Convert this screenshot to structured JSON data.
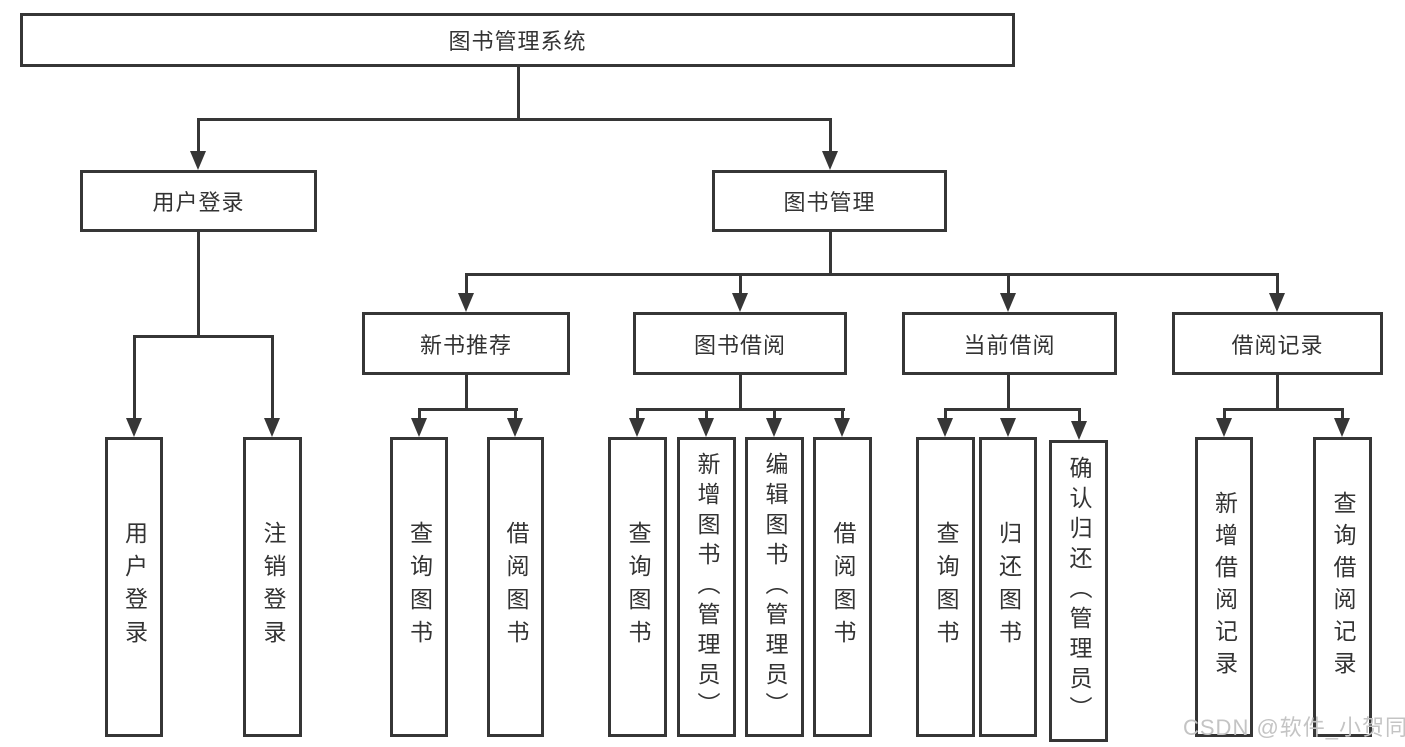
{
  "tree": {
    "label": "图书管理系统",
    "children": [
      {
        "label": "用户登录",
        "children": [
          {
            "label": "用户登录"
          },
          {
            "label": "注销登录"
          }
        ]
      },
      {
        "label": "图书管理",
        "children": [
          {
            "label": "新书推荐",
            "children": [
              {
                "label": "查询图书"
              },
              {
                "label": "借阅图书"
              }
            ]
          },
          {
            "label": "图书借阅",
            "children": [
              {
                "label": "查询图书"
              },
              {
                "label": "新增图书（管理员）"
              },
              {
                "label": "编辑图书（管理员）"
              },
              {
                "label": "借阅图书"
              }
            ]
          },
          {
            "label": "当前借阅",
            "children": [
              {
                "label": "查询图书"
              },
              {
                "label": "归还图书"
              },
              {
                "label": "确认归还（管理员）"
              }
            ]
          },
          {
            "label": "借阅记录",
            "children": [
              {
                "label": "新增借阅记录"
              },
              {
                "label": "查询借阅记录"
              }
            ]
          }
        ]
      }
    ]
  },
  "watermark": {
    "text": "CSDN @软件_小贺同学"
  },
  "colors": {
    "line": "#363636",
    "text": "#333333",
    "box_background": "#ffffff",
    "watermark": "#c4c4c4",
    "page_background": "#ffffff"
  }
}
